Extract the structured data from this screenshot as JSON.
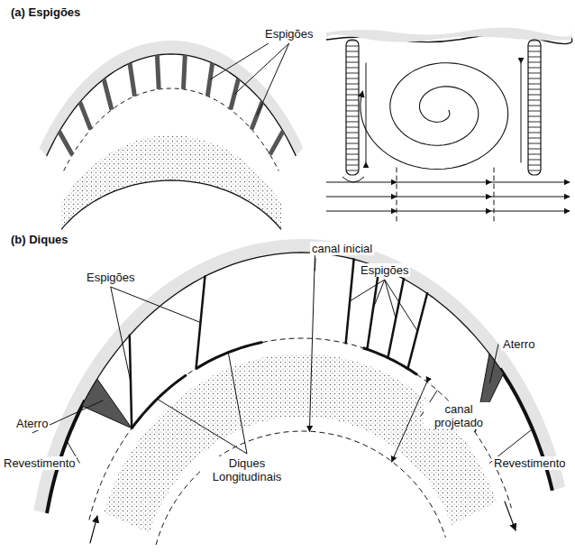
{
  "diagram": {
    "labels": [
      "(a) Espigões",
      "Espigões",
      "(b) Diques",
      "canal inicial",
      "Espigões",
      "Espigões",
      "Aterro",
      "Aterro",
      "canal projetado",
      "Revestimento",
      "Revestimento",
      "Diques Longitudinais"
    ]
  }
}
